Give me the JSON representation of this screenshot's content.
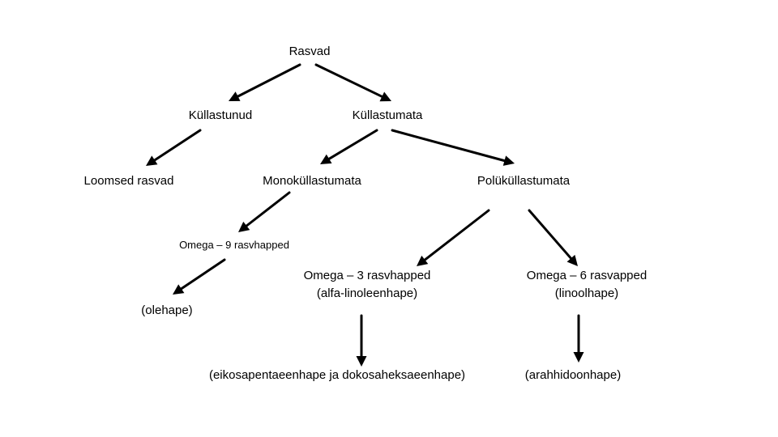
{
  "diagram": {
    "nodes": {
      "rasvad": "Rasvad",
      "kullastunud": "Küllastunud",
      "kullastumata": "Küllastumata",
      "loomsed": "Loomsed rasvad",
      "mono": "Monoküllastumata",
      "poly": "Polüküllastumata",
      "omega9": "Omega – 9 rasvhapped",
      "olehape": "(olehape)",
      "omega3": "Omega – 3 rasvhapped",
      "omega3_sub": "(alfa-linoleenhape)",
      "omega6": "Omega – 6 rasvapped",
      "omega6_sub": "(linoolhape)",
      "epa_dha": "(eikosapentaeenhape ja dokosaheksaeenhape)",
      "arahhidoon": "(arahhidoonhape)"
    }
  }
}
